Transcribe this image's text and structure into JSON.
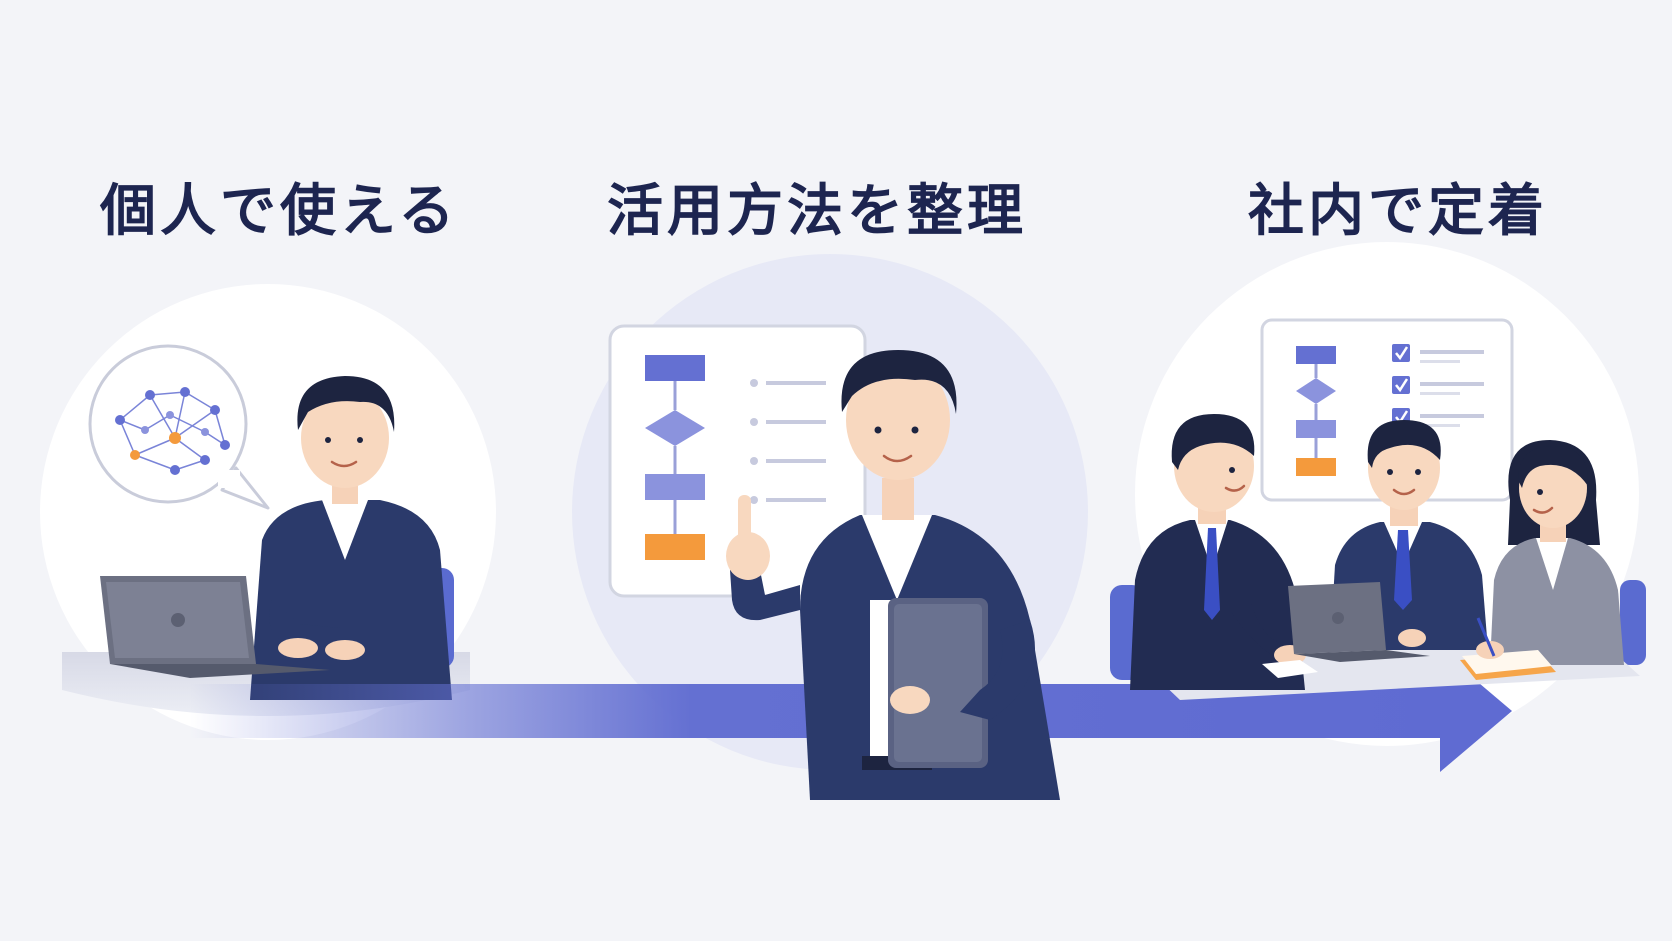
{
  "steps": [
    {
      "title": "個人で使える",
      "scene": "single-person-with-laptop"
    },
    {
      "title": "活用方法を整理",
      "scene": "presenter-with-flowchart"
    },
    {
      "title": "社内で定着",
      "scene": "team-meeting-with-checklist"
    }
  ],
  "colors": {
    "background": "#f3f4f8",
    "title": "#1d2550",
    "arrow": "#6470d2",
    "suit": "#2b3a6b",
    "accent_orange": "#f49a3c",
    "accent_blue": "#7279d6"
  },
  "icons": [
    "network-icon",
    "speech-bubble-icon",
    "flowchart-icon",
    "checklist-icon",
    "laptop-icon",
    "pointing-hand-icon",
    "progress-arrow-icon"
  ]
}
